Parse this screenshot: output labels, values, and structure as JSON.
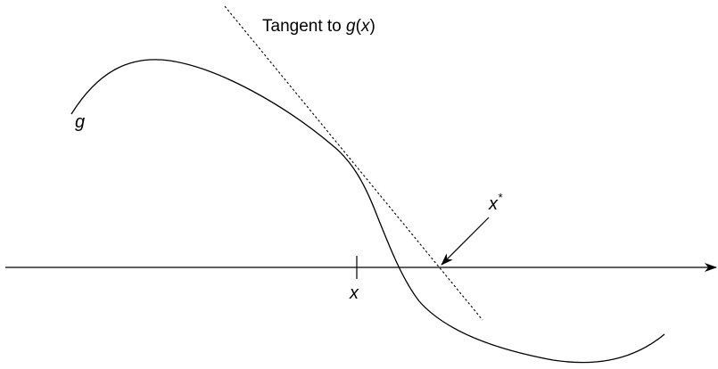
{
  "colors": {
    "ink": "#000000",
    "background": "#ffffff"
  },
  "labels": {
    "tangent_prefix": "Tangent to ",
    "tangent_func": "g",
    "tangent_open": "(",
    "tangent_var": "x",
    "tangent_close": ")",
    "curve_label": "g",
    "point_label": "x",
    "root_base": "x",
    "root_sup": "*"
  }
}
